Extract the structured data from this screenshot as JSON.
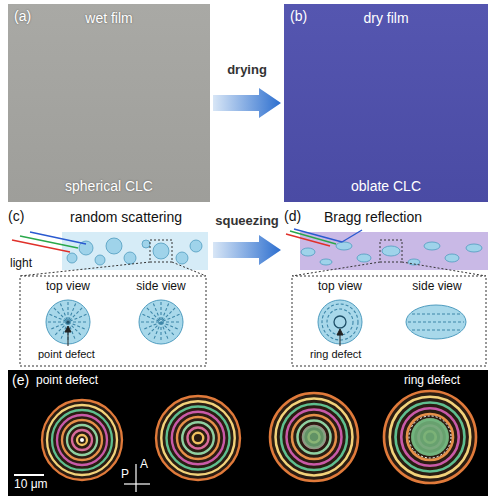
{
  "diagram": {
    "nodes": [
      {
        "text": [
          "(a)",
          "wet film",
          "spherical CLC"
        ]
      },
      {
        "text": [
          "(b)",
          "dry film",
          "oblate CLC"
        ]
      },
      {
        "text": [
          "(c)",
          "random scattering"
        ]
      },
      {
        "text": [
          "(d)",
          "Bragg reflection"
        ]
      },
      {
        "text": [
          "top view"
        ]
      },
      {
        "text": [
          "side view"
        ]
      },
      {
        "text": [
          "top view"
        ]
      },
      {
        "text": [
          "side view"
        ]
      },
      {
        "text": [
          "(e)"
        ]
      }
    ],
    "edges": [
      {
        "from": 0,
        "to": 1,
        "label": "drying",
        "arrow": "to"
      },
      {
        "from": 2,
        "to": 3,
        "label": "squeezing",
        "arrow": "to"
      }
    ],
    "labels": [
      "light",
      "point defect",
      "ring defect",
      "point defect",
      "10 μm",
      "A",
      "P",
      "ring defect"
    ]
  }
}
